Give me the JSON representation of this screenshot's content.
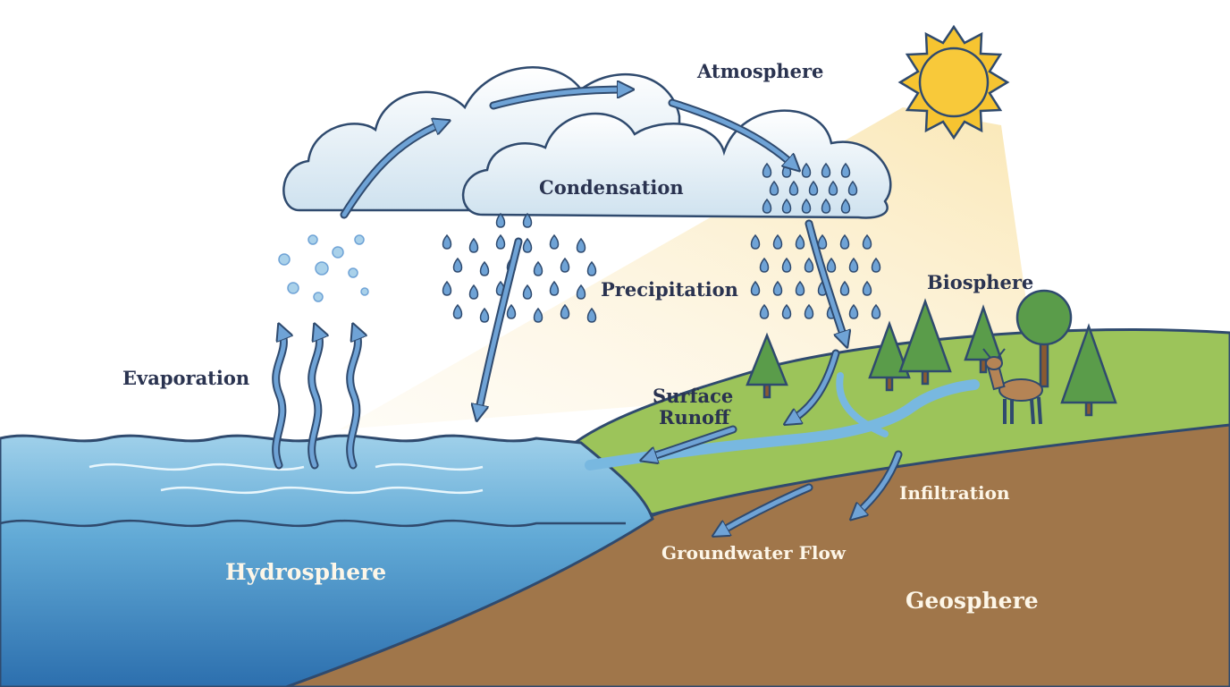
{
  "labels": {
    "atmosphere": "Atmosphere",
    "condensation": "Condensation",
    "precipitation": "Precipitation",
    "biosphere": "Biosphere",
    "evaporation": "Evaporation",
    "surface_runoff_1": "Surface",
    "surface_runoff_2": "Runoff",
    "infiltration": "Infiltration",
    "groundwater_flow": "Groundwater Flow",
    "hydrosphere": "Hydrosphere",
    "geosphere": "Geosphere"
  },
  "colors": {
    "water": "#5fa9d6",
    "land": "#9cc45a",
    "soil": "#a0764a",
    "sun": "#f6c431",
    "cloud": "#e8f1f8",
    "arrow": "#6fa3d6"
  }
}
